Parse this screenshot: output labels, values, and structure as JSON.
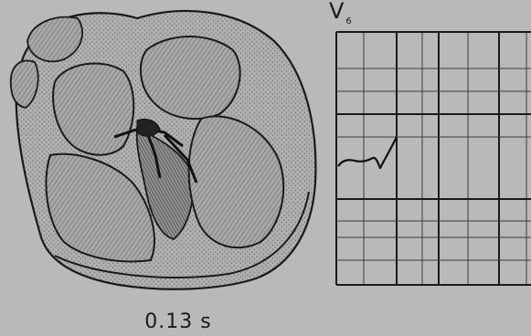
{
  "ecg": {
    "lead_label": "V",
    "lead_subscript": "6"
  },
  "caption": {
    "time": "0.13 s"
  },
  "colors": {
    "background": "#b9b9b9",
    "ink": "#1a1a1a",
    "heart_fill": "#9a9a9a",
    "chamber_fill": "#8c8c8c"
  }
}
